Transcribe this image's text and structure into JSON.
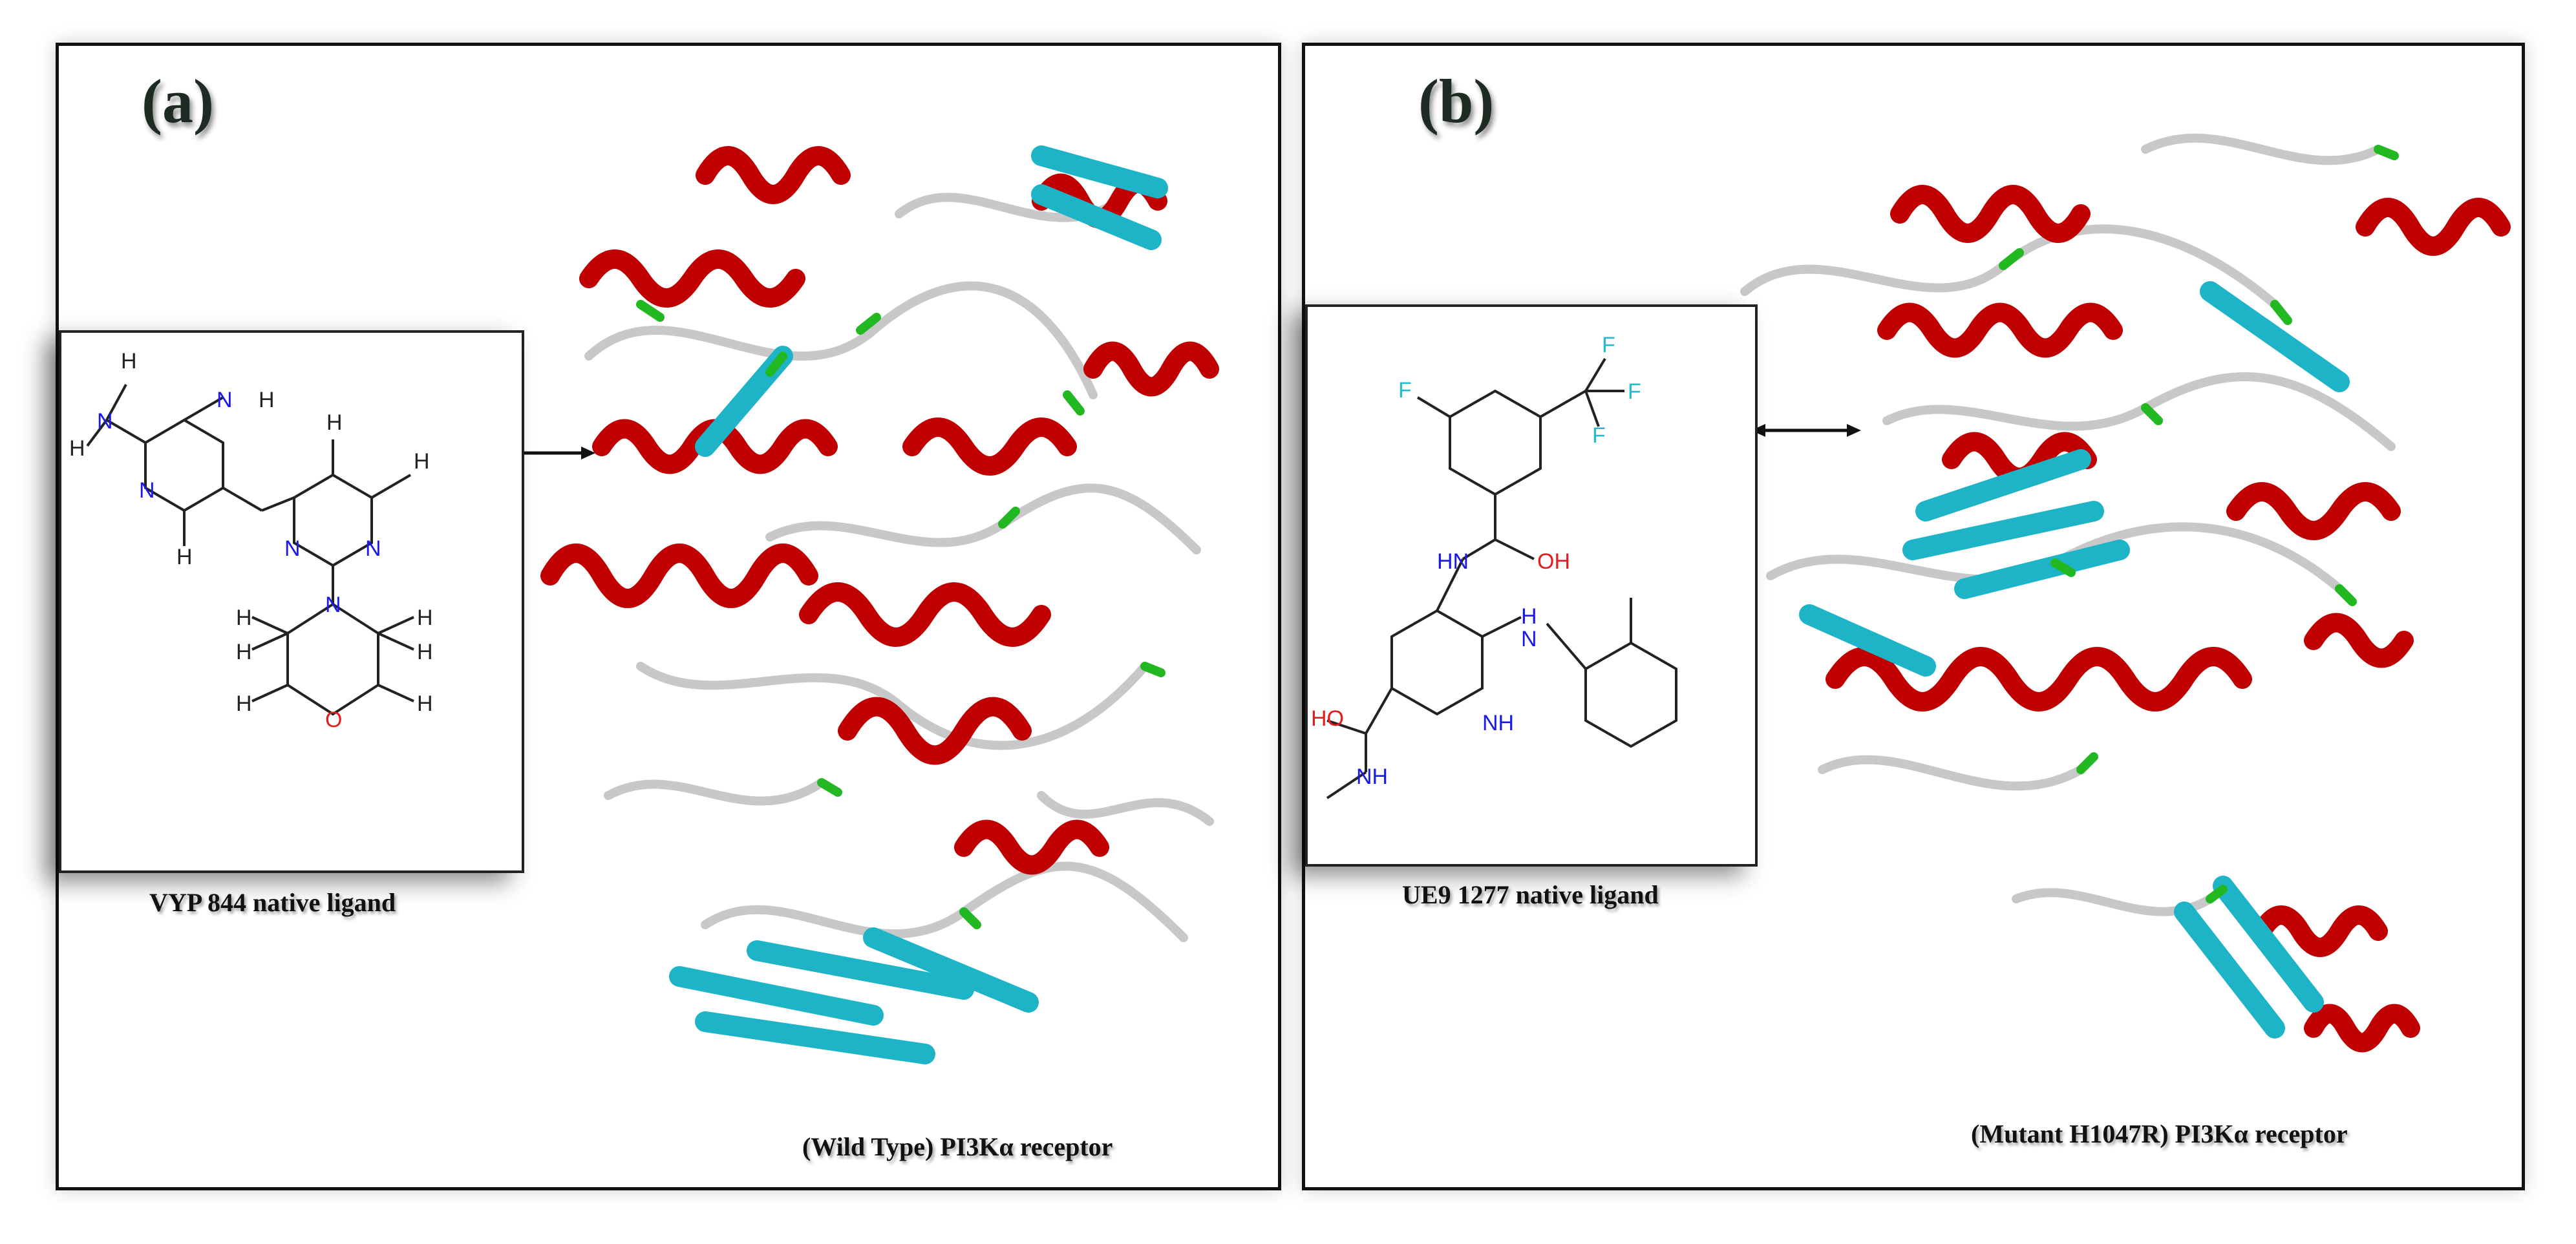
{
  "panels": {
    "a": {
      "tag": "(a)",
      "ligand_label": "VYP 844 native ligand",
      "receptor_label": "(Wild Type) PI3Kα receptor"
    },
    "b": {
      "tag": "(b)",
      "ligand_label": "UE9 1277 native ligand",
      "receptor_label": "(Mutant H1047R) PI3Kα receptor"
    }
  },
  "colors": {
    "helix": "#c00000",
    "sheet": "#1eb4c8",
    "coil": "#c8c8c8",
    "turn": "#22b822",
    "nitrogen": "#1a1ae6",
    "oxygen": "#e61a1a",
    "fluorine": "#22bcd0",
    "bond": "#222222"
  }
}
